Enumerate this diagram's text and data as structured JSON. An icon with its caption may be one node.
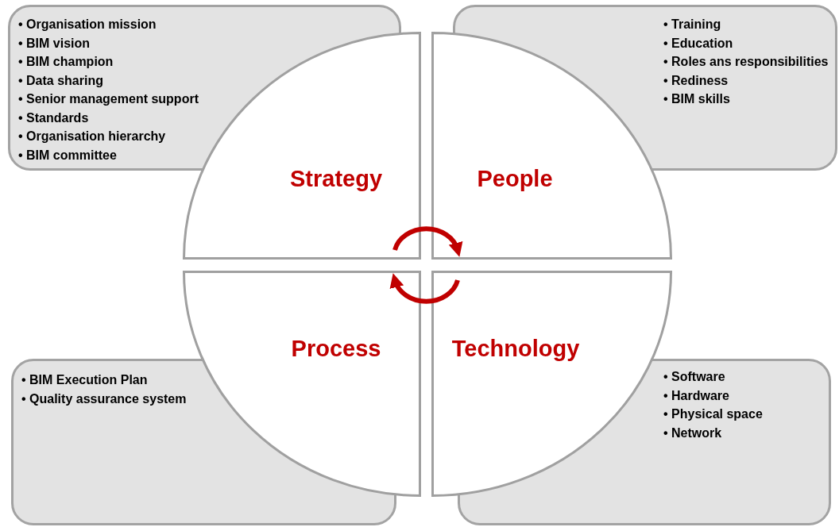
{
  "diagram": {
    "nodes": [
      {
        "text": [
          "• Organisation mission",
          "• BIM vision",
          "• BIM champion",
          "• Data sharing",
          "• Senior management support",
          "• Standards",
          "• Organisation hierarchy",
          "• BIM committee"
        ]
      },
      {
        "text": [
          "• Training",
          "• Education",
          "• Roles ans responsibilities",
          "• Rediness",
          "• BIM skills"
        ]
      },
      {
        "text": [
          "• BIM Execution Plan",
          "• Quality assurance system"
        ]
      },
      {
        "text": [
          "• Software",
          "• Hardware",
          "• Physical space",
          "• Network"
        ]
      },
      {
        "text": [
          "Strategy"
        ]
      },
      {
        "text": [
          "People"
        ]
      },
      {
        "text": [
          "Process"
        ]
      },
      {
        "text": [
          "Technology"
        ]
      }
    ],
    "edges": [
      {
        "from": 4,
        "to": 5,
        "arrow": "to"
      },
      {
        "from": 7,
        "to": 6,
        "arrow": "to"
      }
    ]
  }
}
